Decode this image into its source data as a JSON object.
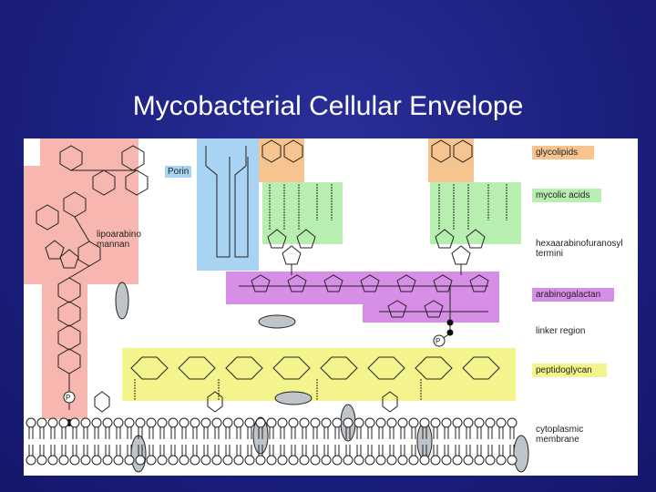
{
  "title": "Mycobacterial Cellular Envelope",
  "diagram": {
    "labels": {
      "porin": "Porin",
      "lipoarabinomannan": "lipoarabino\nmannan",
      "glycolipids": "glycolipids",
      "mycolic_acids": "mycolic acids",
      "hexaarabinofuranosyl": "hexaarabinofuranosyl\ntermini",
      "arabinogalactan": "arabinogalactan",
      "linker_region": "linker region",
      "peptidoglycan": "peptidoglycan",
      "cytoplasmic_membrane": "cytoplasmic\nmembrane",
      "phosphate": "P"
    },
    "colors": {
      "lipoarabinomannan": "#f7b6b0",
      "porin": "#a9d3f2",
      "glycolipids": "#f6c48e",
      "mycolic_acids": "#b7efb0",
      "arabinogalactan": "#d78ee6",
      "peptidoglycan": "#f4f48c",
      "background": "#1c2180"
    }
  }
}
